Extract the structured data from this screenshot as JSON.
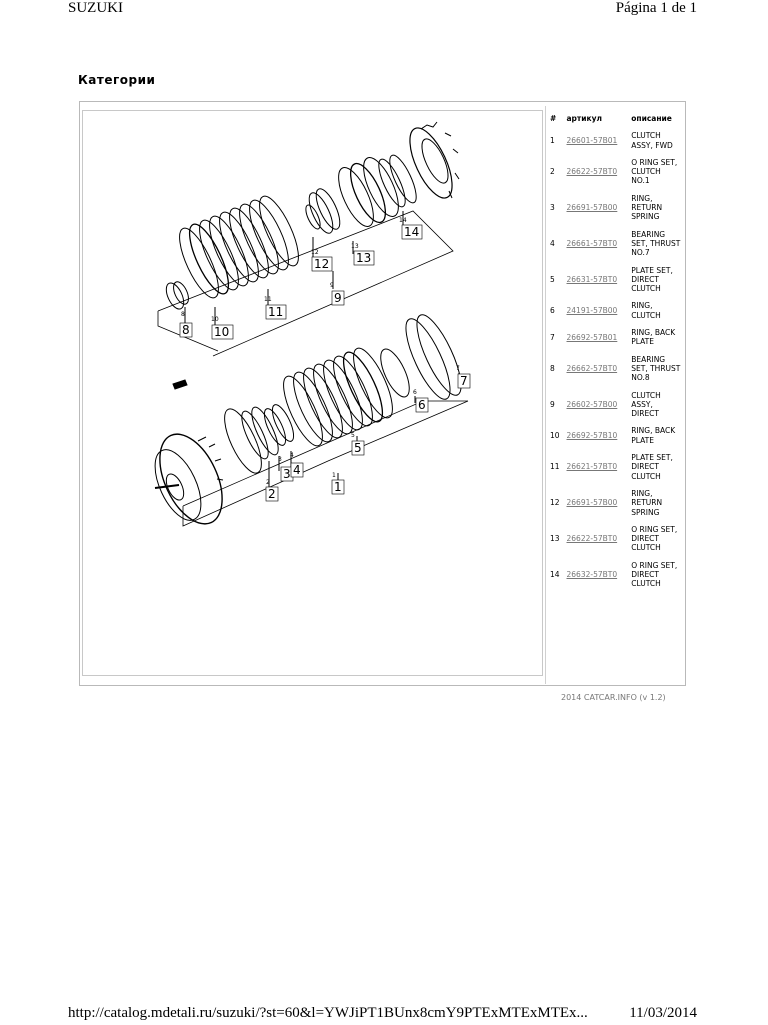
{
  "print_header": {
    "left": "SUZUKI",
    "right": "Página 1 de 1"
  },
  "print_footer": {
    "url": "http://catalog.mdetali.ru/suzuki/?st=60&l=YWJiPT1BUnx8cmY9PTExMTExMTEx...",
    "date": "11/03/2014"
  },
  "page_title": "Категории",
  "table": {
    "headers": [
      "#",
      "артикул",
      "описание"
    ],
    "rows": [
      {
        "num": "1",
        "part": "26601-57B01",
        "desc": "CLUTCH ASSY, FWD"
      },
      {
        "num": "2",
        "part": "26622-57BT0",
        "desc": "O RING SET, CLUTCH NO.1"
      },
      {
        "num": "3",
        "part": "26691-57B00",
        "desc": "RING, RETURN SPRING"
      },
      {
        "num": "4",
        "part": "26661-57BT0",
        "desc": "BEARING SET, THRUST NO.7"
      },
      {
        "num": "5",
        "part": "26631-57BT0",
        "desc": "PLATE SET, DIRECT CLUTCH"
      },
      {
        "num": "6",
        "part": "24191-57B00",
        "desc": "RING, CLUTCH"
      },
      {
        "num": "7",
        "part": "26692-57B01",
        "desc": "RING, BACK PLATE"
      },
      {
        "num": "8",
        "part": "26662-57BT0",
        "desc": "BEARING SET, THRUST NO.8"
      },
      {
        "num": "9",
        "part": "26602-57B00",
        "desc": "CLUTCH ASSY, DIRECT"
      },
      {
        "num": "10",
        "part": "26692-57B10",
        "desc": "RING, BACK PLATE"
      },
      {
        "num": "11",
        "part": "26621-57BT0",
        "desc": "PLATE SET, DIRECT CLUTCH"
      },
      {
        "num": "12",
        "part": "26691-57B00",
        "desc": "RING, RETURN SPRING"
      },
      {
        "num": "13",
        "part": "26622-57BT0",
        "desc": "O RING SET, DIRECT CLUTCH"
      },
      {
        "num": "14",
        "part": "26632-57BT0",
        "desc": "O RING SET, DIRECT CLUTCH"
      }
    ]
  },
  "diagram": {
    "callouts": {
      "c1": "1",
      "c2": "2",
      "c3": "3",
      "c4": "4",
      "c5": "5",
      "c6": "6",
      "c7": "7",
      "c8": "8",
      "c9": "9",
      "c10": "10",
      "c11": "11",
      "c12": "12",
      "c13": "13",
      "c14": "14"
    },
    "small_labels": {
      "s1": "1",
      "s2": "2",
      "s3": "3",
      "s4": "4",
      "s5": "5",
      "s6": "6",
      "s7": "7",
      "s8": "8",
      "s9": "9",
      "s10": "10",
      "s11": "11",
      "s12": "12",
      "s13": "13",
      "s14": "14"
    }
  },
  "copyright": "2014 CATCAR.INFO (v 1.2)"
}
